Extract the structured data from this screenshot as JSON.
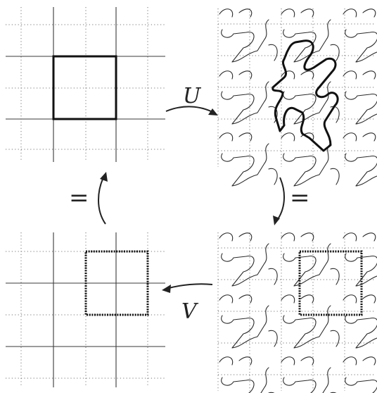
{
  "labels": {
    "map_u": "U",
    "map_v": "V",
    "equals_left": "=",
    "equals_right": "="
  },
  "panels": [
    {
      "name": "panel-top-left",
      "kind": "square-lattice",
      "highlight": "solid-square"
    },
    {
      "name": "panel-top-right",
      "kind": "deformed-lattice",
      "highlight": "deformed-tile"
    },
    {
      "name": "panel-bottom-right",
      "kind": "deformed-lattice",
      "highlight": "dotted-square"
    },
    {
      "name": "panel-bottom-left",
      "kind": "square-lattice",
      "highlight": "dotted-square"
    }
  ],
  "arrows": [
    {
      "name": "arrow-u",
      "from": "panel-top-left",
      "to": "panel-top-right"
    },
    {
      "name": "arrow-equals-right",
      "from": "panel-top-right",
      "to": "panel-bottom-right"
    },
    {
      "name": "arrow-v",
      "from": "panel-bottom-right",
      "to": "panel-bottom-left"
    },
    {
      "name": "arrow-equals-left",
      "from": "panel-bottom-left",
      "to": "panel-top-left"
    }
  ]
}
